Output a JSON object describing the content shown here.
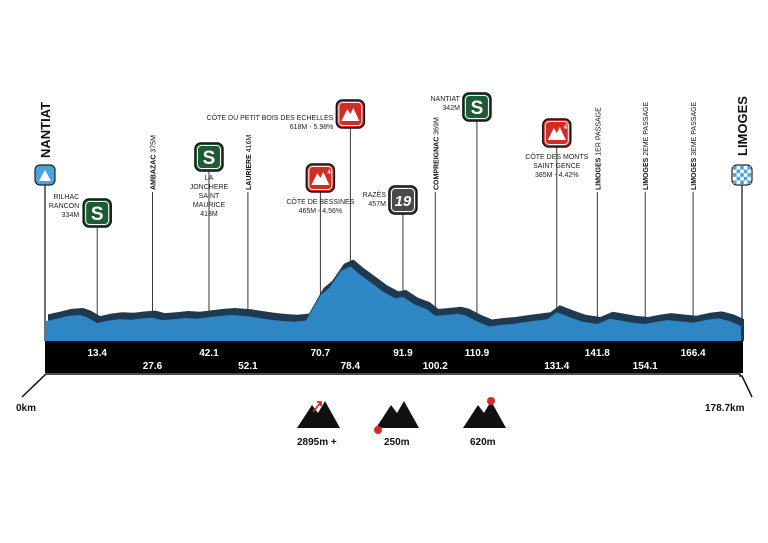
{
  "chart_data": {
    "type": "area",
    "title": "",
    "xlabel": "",
    "ylabel": "",
    "x_unit": "km",
    "xlim": [
      0,
      178.7
    ],
    "start": {
      "name": "NANTIAT",
      "km_label": "0km"
    },
    "finish": {
      "name": "LIMOGES",
      "km_label": "178.7km"
    },
    "profile": {
      "x": [
        0,
        3,
        6,
        9,
        11,
        13.4,
        16,
        19,
        22,
        25,
        27.6,
        30,
        33,
        36,
        39,
        42.1,
        45,
        48,
        52.1,
        55,
        58,
        61,
        64,
        67,
        70.7,
        73,
        76,
        78.4,
        81,
        84,
        87,
        90,
        91.9,
        95,
        98,
        100.2,
        103,
        106,
        108,
        110.9,
        114,
        117,
        120,
        123,
        126,
        129,
        131.4,
        135,
        138,
        141.8,
        145,
        148,
        151,
        154.1,
        157,
        160,
        163,
        166.4,
        170,
        173,
        176,
        178.7
      ],
      "y": [
        342,
        355,
        368,
        372,
        360,
        334,
        345,
        352,
        350,
        356,
        360,
        348,
        352,
        358,
        355,
        362,
        368,
        372,
        366,
        358,
        350,
        344,
        340,
        346,
        465,
        500,
        580,
        600,
        560,
        520,
        480,
        450,
        457,
        420,
        400,
        368,
        372,
        378,
        370,
        342,
        318,
        325,
        330,
        338,
        345,
        352,
        385,
        360,
        340,
        330,
        355,
        345,
        335,
        330,
        340,
        348,
        342,
        336,
        350,
        356,
        342,
        320
      ]
    },
    "kms": [
      13.4,
      27.6,
      42.1,
      52.1,
      70.7,
      78.4,
      91.9,
      100.2,
      110.9,
      131.4,
      141.8,
      154.1,
      166.4
    ],
    "points": [
      {
        "km": 13.4,
        "kind": "sprint",
        "text": [
          "RILHAC",
          "RANCON",
          "334M"
        ]
      },
      {
        "km": 27.6,
        "kind": "vertical",
        "name": "AMBAZAC",
        "detail": "375M"
      },
      {
        "km": 42.1,
        "kind": "sprint",
        "text": [
          "LA",
          "JONCHERE",
          "SAINT",
          "MAURICE",
          "418M"
        ]
      },
      {
        "km": 52.1,
        "kind": "vertical",
        "name": "LAURIERE",
        "detail": "416M"
      },
      {
        "km": 70.7,
        "kind": "climb",
        "cat": "4",
        "text": [
          "CÔTE DE BESSINES",
          "465M - 4.56%"
        ]
      },
      {
        "km": 78.4,
        "kind": "climb",
        "cat": "",
        "text": [
          "CÔTE DU PETIT BOIS DES ECHELLES",
          "618M - 5.98%"
        ]
      },
      {
        "km": 91.9,
        "kind": "feed",
        "badge": "19",
        "text": [
          "RAZÈS",
          "457M"
        ]
      },
      {
        "km": 100.2,
        "kind": "vertical",
        "name": "COMPREIGNAC",
        "detail": "369M"
      },
      {
        "km": 110.9,
        "kind": "sprint",
        "text": [
          "NANTIAT",
          "342M"
        ]
      },
      {
        "km": 131.4,
        "kind": "climb",
        "cat": "4",
        "text": [
          "CÔTE DES MONTS",
          "SAINT GENCE",
          "385M - 4.42%"
        ]
      },
      {
        "km": 141.8,
        "kind": "vertical",
        "name": "LIMOGES",
        "detail": "1ER PASSAGE"
      },
      {
        "km": 154.1,
        "kind": "vertical",
        "name": "LIMOGES",
        "detail": "2EME PASSAGE"
      },
      {
        "km": 166.4,
        "kind": "vertical",
        "name": "LIMOGES",
        "detail": "3EME PASSAGE"
      }
    ],
    "legend": [
      {
        "icon": "elevation-gain",
        "value": "2895m +"
      },
      {
        "icon": "min-altitude",
        "value": "250m"
      },
      {
        "icon": "max-altitude",
        "value": "620m"
      }
    ],
    "colors": {
      "profile_front": "#2f86c4",
      "profile_shadow": "#1d3a52",
      "bar": "#000000",
      "sprint_badge": "#1e5a35",
      "climb_badge": "#d32b26",
      "feed_badge": "#4a4a4a",
      "start_marker": "#4aa3e0"
    }
  }
}
